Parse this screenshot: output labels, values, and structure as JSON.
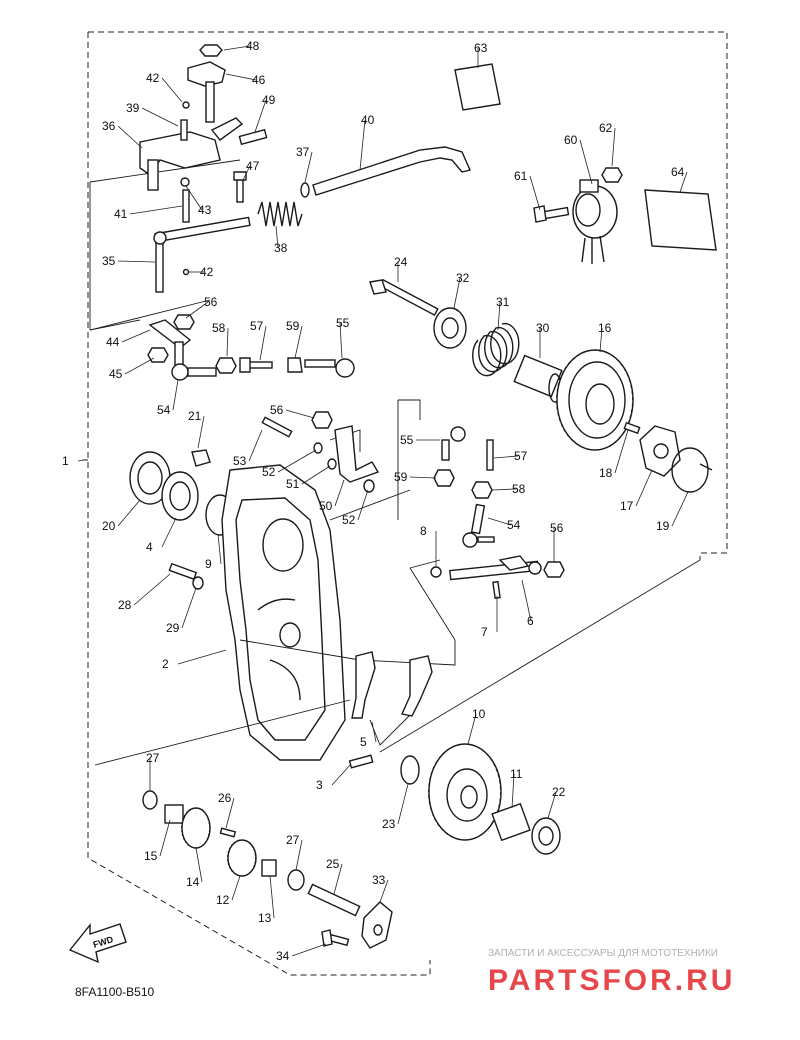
{
  "diagram": {
    "drawing_code": "8FA1100-B510",
    "fwd_label": "FWD",
    "watermark": {
      "tagline": "ЗАПАСТИ И АКСЕССУАРЫ ДЛЯ МОТОТЕХНИКИ",
      "brand": "PARTSFOR.RU"
    },
    "colors": {
      "ink": "#1a1a1a",
      "watermark_text": "#b0b0b0",
      "watermark_brand": "#e3262b"
    },
    "callouts": [
      {
        "id": "48"
      },
      {
        "id": "46"
      },
      {
        "id": "42a",
        "label": "42"
      },
      {
        "id": "49"
      },
      {
        "id": "39"
      },
      {
        "id": "36"
      },
      {
        "id": "47"
      },
      {
        "id": "37"
      },
      {
        "id": "40"
      },
      {
        "id": "43"
      },
      {
        "id": "41"
      },
      {
        "id": "38"
      },
      {
        "id": "35"
      },
      {
        "id": "42b",
        "label": "42"
      },
      {
        "id": "63"
      },
      {
        "id": "60"
      },
      {
        "id": "62"
      },
      {
        "id": "61"
      },
      {
        "id": "64"
      },
      {
        "id": "24"
      },
      {
        "id": "32"
      },
      {
        "id": "31"
      },
      {
        "id": "30"
      },
      {
        "id": "16"
      },
      {
        "id": "56a",
        "label": "56"
      },
      {
        "id": "58a",
        "label": "58"
      },
      {
        "id": "57a",
        "label": "57"
      },
      {
        "id": "59a",
        "label": "59"
      },
      {
        "id": "55a",
        "label": "55"
      },
      {
        "id": "44"
      },
      {
        "id": "45"
      },
      {
        "id": "54a",
        "label": "54"
      },
      {
        "id": "21"
      },
      {
        "id": "56b",
        "label": "56"
      },
      {
        "id": "53"
      },
      {
        "id": "52a",
        "label": "52"
      },
      {
        "id": "51"
      },
      {
        "id": "50"
      },
      {
        "id": "52b",
        "label": "52"
      },
      {
        "id": "55b",
        "label": "55"
      },
      {
        "id": "57b",
        "label": "57"
      },
      {
        "id": "59b",
        "label": "59"
      },
      {
        "id": "58b",
        "label": "58"
      },
      {
        "id": "18"
      },
      {
        "id": "17"
      },
      {
        "id": "19"
      },
      {
        "id": "1"
      },
      {
        "id": "20"
      },
      {
        "id": "4"
      },
      {
        "id": "9"
      },
      {
        "id": "8"
      },
      {
        "id": "54b",
        "label": "54"
      },
      {
        "id": "56c",
        "label": "56"
      },
      {
        "id": "28"
      },
      {
        "id": "29"
      },
      {
        "id": "7"
      },
      {
        "id": "6"
      },
      {
        "id": "2"
      },
      {
        "id": "5"
      },
      {
        "id": "3"
      },
      {
        "id": "10"
      },
      {
        "id": "11"
      },
      {
        "id": "22"
      },
      {
        "id": "23"
      },
      {
        "id": "27a",
        "label": "27"
      },
      {
        "id": "26"
      },
      {
        "id": "15"
      },
      {
        "id": "14"
      },
      {
        "id": "27b",
        "label": "27"
      },
      {
        "id": "12"
      },
      {
        "id": "13"
      },
      {
        "id": "25"
      },
      {
        "id": "33"
      },
      {
        "id": "34"
      }
    ]
  }
}
